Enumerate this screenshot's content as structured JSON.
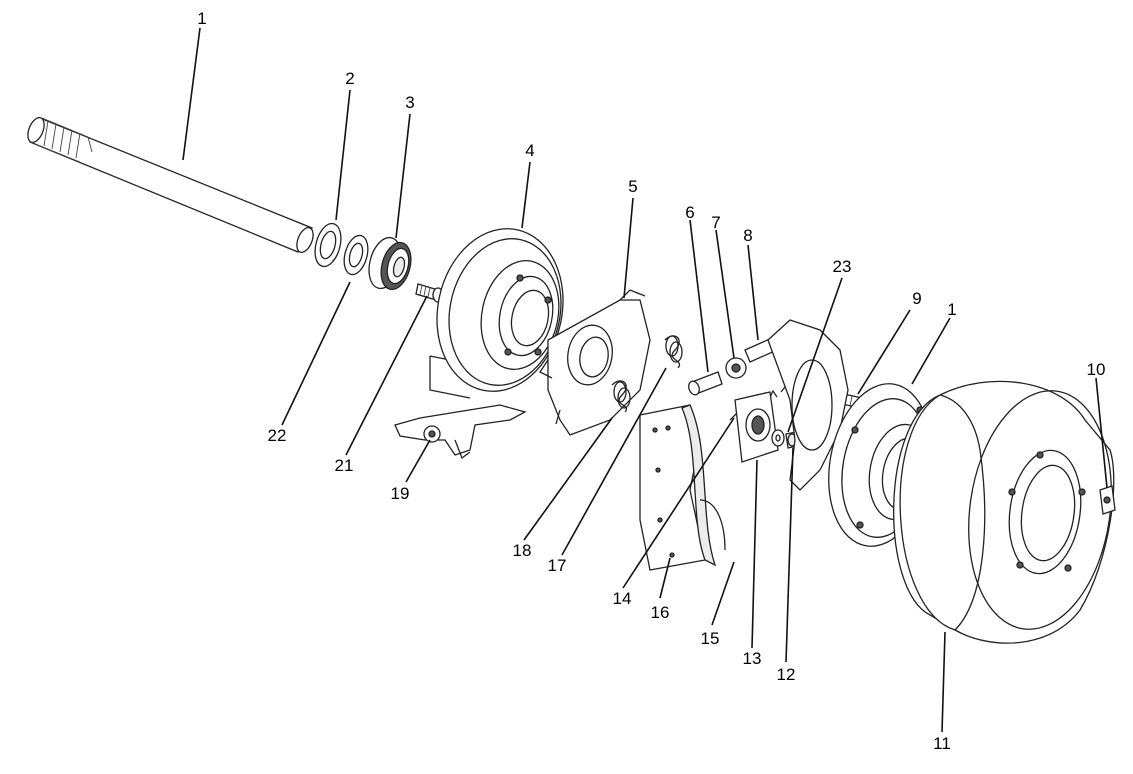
{
  "callouts": [
    {
      "id": "c1",
      "label": "1"
    },
    {
      "id": "c2",
      "label": "2"
    },
    {
      "id": "c3",
      "label": "3"
    },
    {
      "id": "c4",
      "label": "4"
    },
    {
      "id": "c5",
      "label": "5"
    },
    {
      "id": "c6",
      "label": "6"
    },
    {
      "id": "c7",
      "label": "7"
    },
    {
      "id": "c8",
      "label": "8"
    },
    {
      "id": "c23",
      "label": "23"
    },
    {
      "id": "c9",
      "label": "9"
    },
    {
      "id": "c1b",
      "label": "1"
    },
    {
      "id": "c10",
      "label": "10"
    },
    {
      "id": "c22",
      "label": "22"
    },
    {
      "id": "c21",
      "label": "21"
    },
    {
      "id": "c19",
      "label": "19"
    },
    {
      "id": "c18",
      "label": "18"
    },
    {
      "id": "c17",
      "label": "17"
    },
    {
      "id": "c14",
      "label": "14"
    },
    {
      "id": "c16",
      "label": "16"
    },
    {
      "id": "c15",
      "label": "15"
    },
    {
      "id": "c13",
      "label": "13"
    },
    {
      "id": "c12",
      "label": "12"
    },
    {
      "id": "c11",
      "label": "11"
    }
  ]
}
